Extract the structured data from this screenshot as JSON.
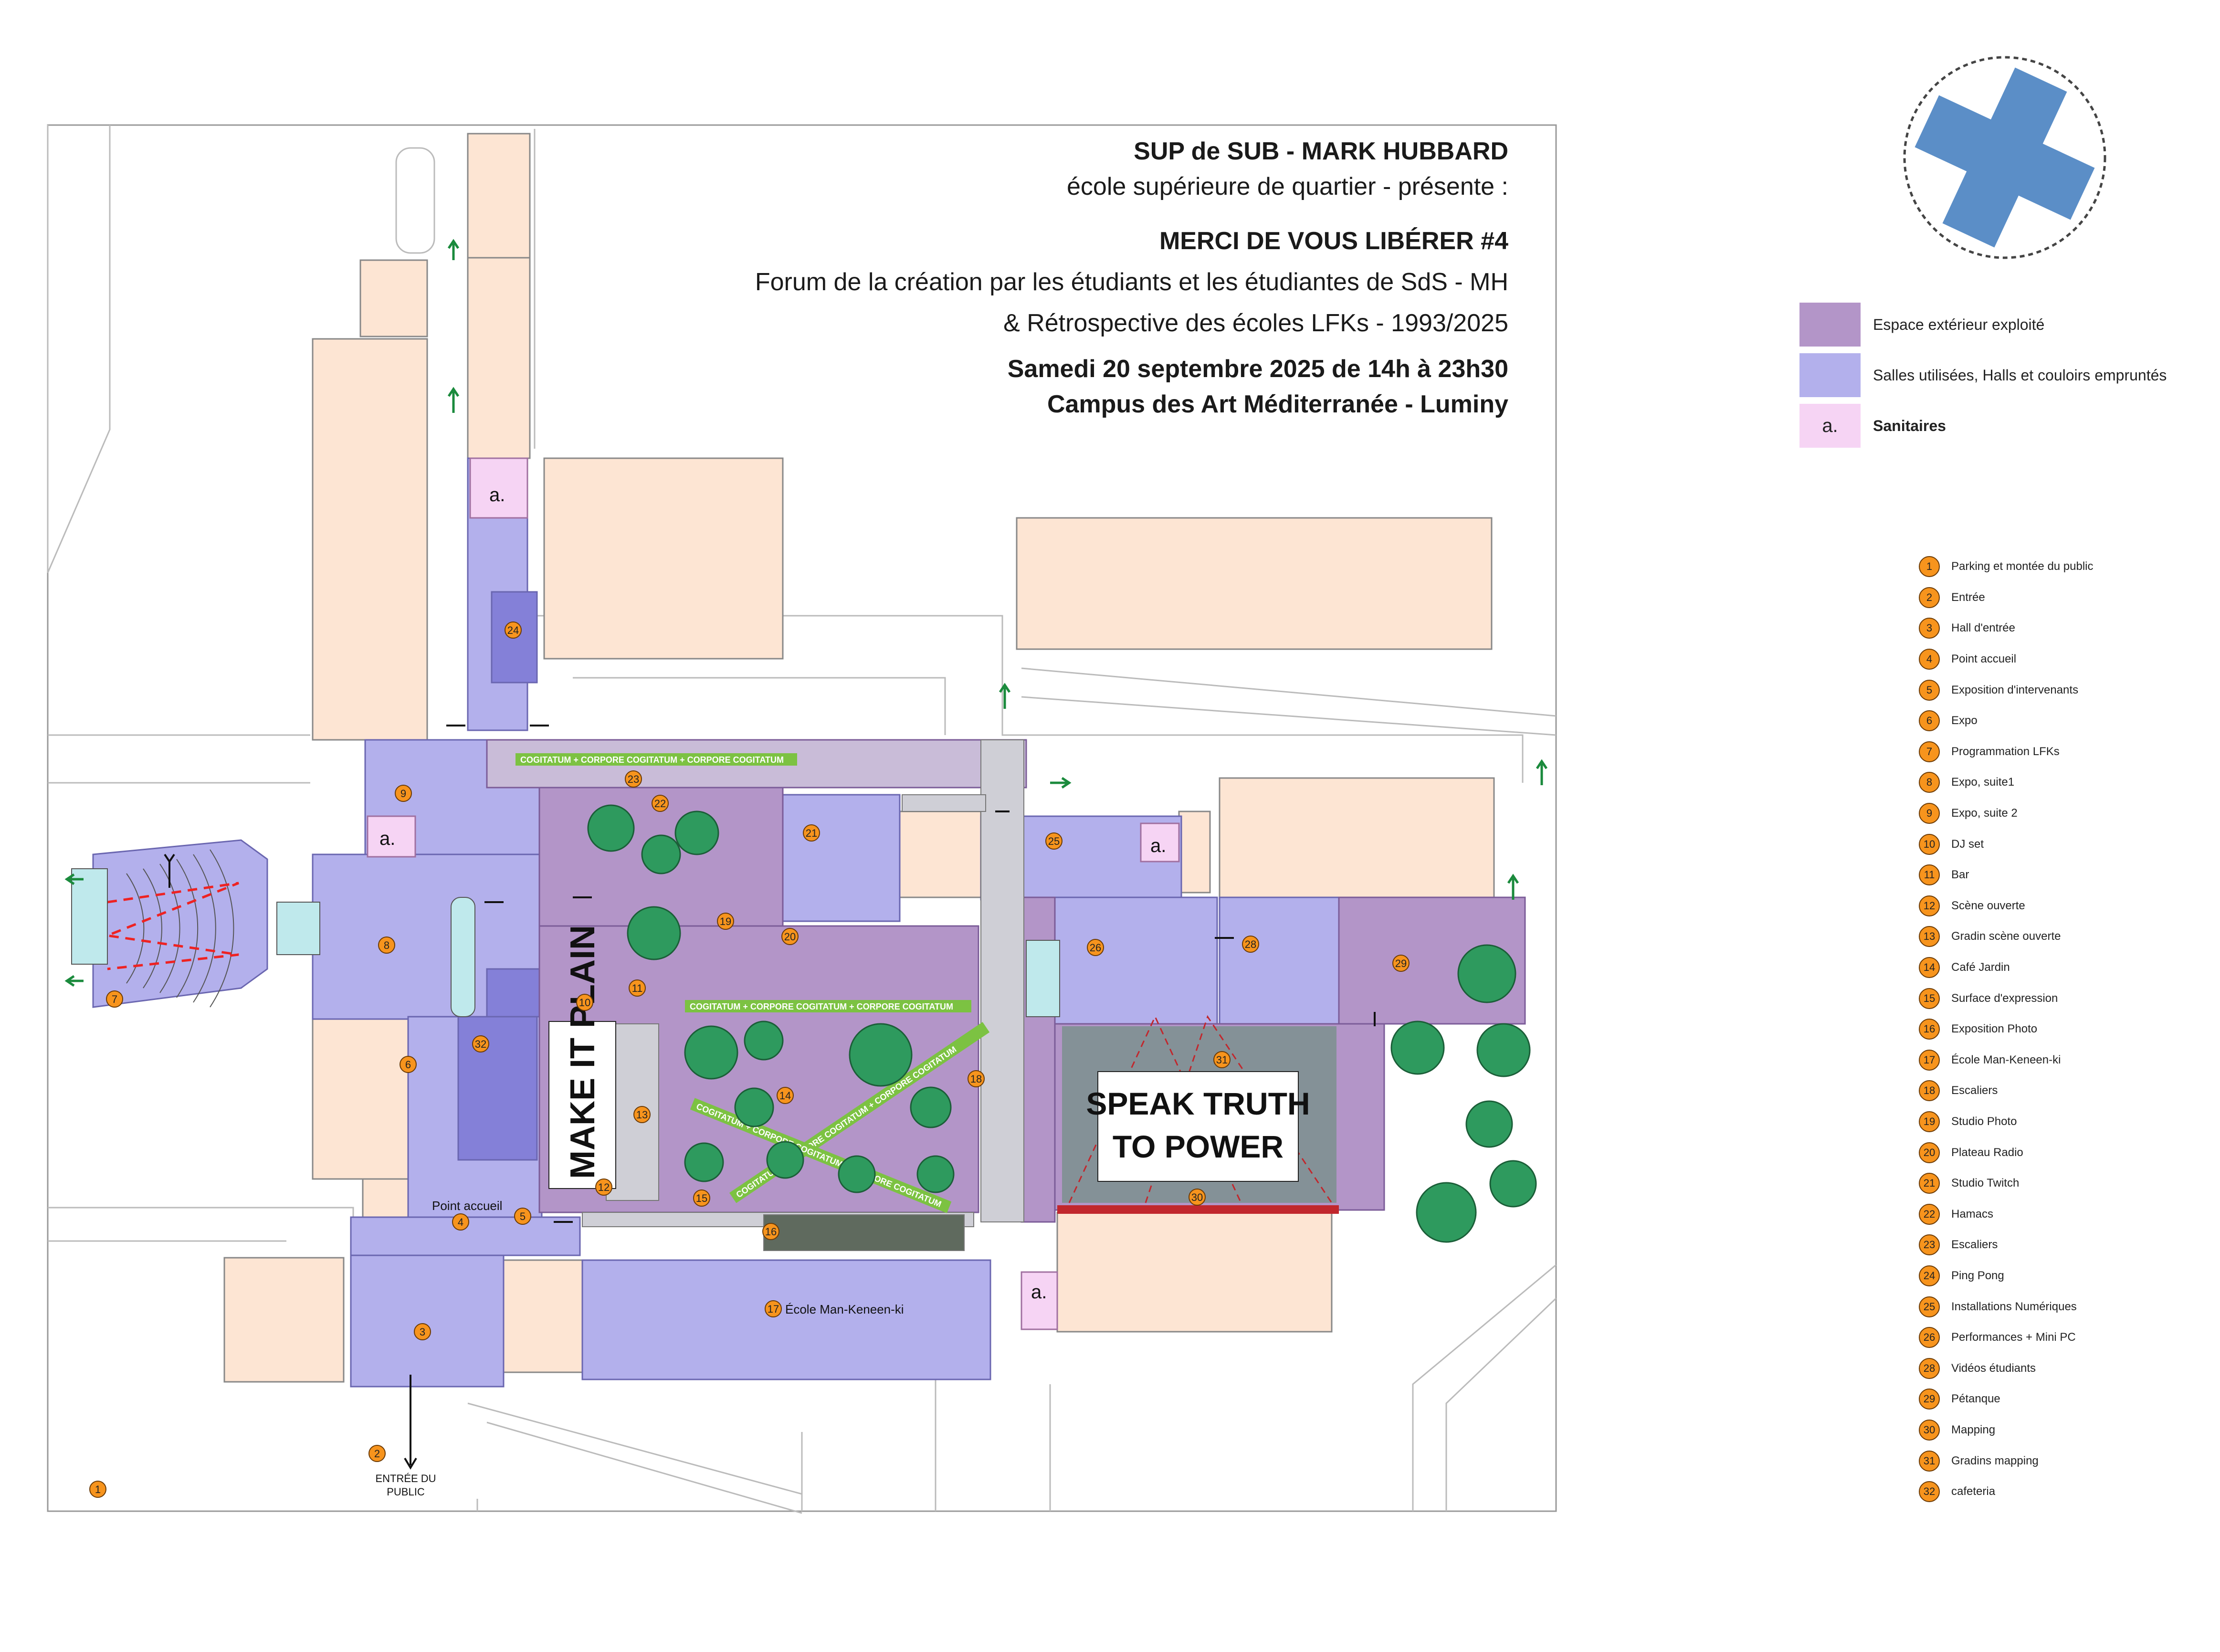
{
  "header": {
    "line1": "SUP de SUB - MARK HUBBARD",
    "line2": "école supérieure de quartier - présente :",
    "line3": "MERCI DE VOUS LIBÉRER #4",
    "line4": "Forum de la création par les étudiants et les étudiantes de SdS - MH",
    "line5": "& Rétrospective des écoles LFKs - 1993/2025",
    "line6": "Samedi 20 septembre 2025  de  14h à 23h30",
    "line7": "Campus des Art Méditerranée - Luminy"
  },
  "legend": [
    {
      "label": "Espace extérieur exploité",
      "color": "#b395c8",
      "mark": ""
    },
    {
      "label": "Salles utilisées, Halls et couloirs empruntés",
      "color": "#b3b0ec",
      "mark": ""
    },
    {
      "label": "Sanitaires",
      "color": "#f6d4f4",
      "mark": "a."
    }
  ],
  "points": [
    {
      "num": "1",
      "label": "Parking et montée du public"
    },
    {
      "num": "2",
      "label": "Entrée"
    },
    {
      "num": "3",
      "label": "Hall d'entrée"
    },
    {
      "num": "4",
      "label": "Point accueil"
    },
    {
      "num": "5",
      "label": "Exposition d'intervenants"
    },
    {
      "num": "6",
      "label": "Expo"
    },
    {
      "num": "7",
      "label": "Programmation LFKs"
    },
    {
      "num": "8",
      "label": "Expo, suite1"
    },
    {
      "num": "9",
      "label": "Expo, suite 2"
    },
    {
      "num": "10",
      "label": "DJ set"
    },
    {
      "num": "11",
      "label": "Bar"
    },
    {
      "num": "12",
      "label": "Scène ouverte"
    },
    {
      "num": "13",
      "label": "Gradin scène ouverte"
    },
    {
      "num": "14",
      "label": "Café Jardin"
    },
    {
      "num": "15",
      "label": "Surface d'expression"
    },
    {
      "num": "16",
      "label": "Exposition Photo"
    },
    {
      "num": "17",
      "label": "École Man-Keneen-ki"
    },
    {
      "num": "18",
      "label": "Escaliers"
    },
    {
      "num": "19",
      "label": "Studio Photo"
    },
    {
      "num": "20",
      "label": "Plateau Radio"
    },
    {
      "num": "21",
      "label": "Studio Twitch"
    },
    {
      "num": "22",
      "label": "Hamacs"
    },
    {
      "num": "23",
      "label": "Escaliers"
    },
    {
      "num": "24",
      "label": "Ping Pong"
    },
    {
      "num": "25",
      "label": "Installations Numériques"
    },
    {
      "num": "26",
      "label": "Performances + Mini PC"
    },
    {
      "num": "28",
      "label": "Vidéos étudiants"
    },
    {
      "num": "29",
      "label": "Pétanque"
    },
    {
      "num": "30",
      "label": "Mapping"
    },
    {
      "num": "31",
      "label": "Gradins mapping"
    },
    {
      "num": "32",
      "label": "cafeteria"
    }
  ],
  "map_labels": {
    "sanitaire_mark": "a.",
    "point_accueil": "Point accueil",
    "entree_line1": "ENTRÉE DU",
    "entree_line2": "PUBLIC",
    "ecole": "École Man-Keneen-ki",
    "make_it_plan": "MAKE IT PLAIN",
    "speak_line1": "SPEAK TRUTH",
    "speak_line2": "TO POWER",
    "cogitatum": "COGITATUM + CORPORE  COGITATUM + CORPORE  COGITATUM"
  },
  "colors": {
    "building": "#fde5d3",
    "room": "#b3b0ec",
    "room_dark": "#8480d8",
    "outdoor": "#b395c8",
    "sanitaire": "#f6d4f4",
    "tree": "#2e9a5e",
    "marker": "#f7941d",
    "green_banner": "#7cc242"
  }
}
